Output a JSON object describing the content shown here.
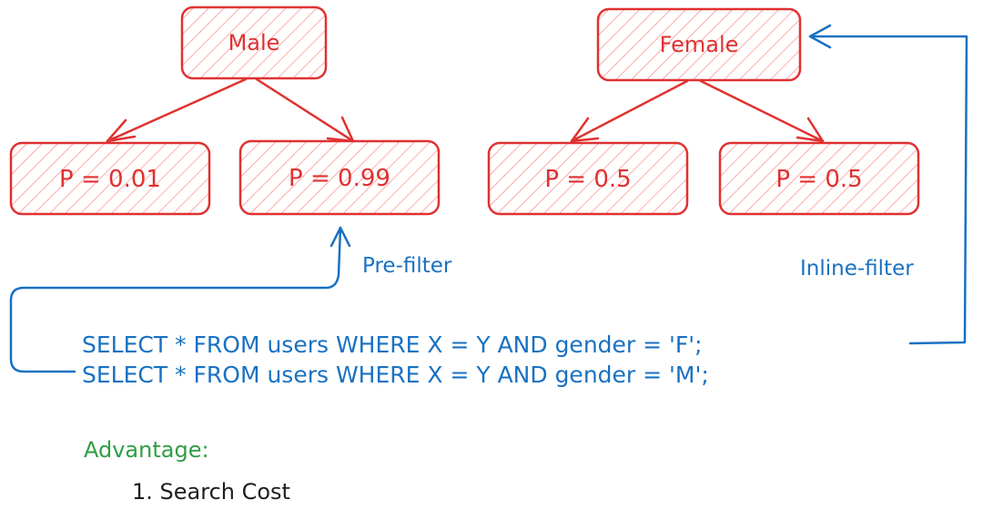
{
  "diagram": {
    "colors": {
      "node_stroke": "#e03131",
      "node_fill": "#ffc9c9",
      "node_text": "#e03131",
      "blue": "#1971c2",
      "green": "#2f9e44",
      "dark": "#1e1e1e"
    },
    "nodes": {
      "male": {
        "label": "Male"
      },
      "female": {
        "label": "Female"
      },
      "male_p1": {
        "label": "P = 0.01"
      },
      "male_p2": {
        "label": "P = 0.99"
      },
      "female_p1": {
        "label": "P = 0.5"
      },
      "female_p2": {
        "label": "P = 0.5"
      }
    },
    "annotations": {
      "pre_filter": "Pre-filter",
      "inline_filter": "Inline-filter"
    },
    "queries": [
      "SELECT * FROM users WHERE X = Y AND gender = 'F';",
      "SELECT * FROM users WHERE X = Y AND gender = 'M';"
    ],
    "advantage": {
      "title": "Advantage:",
      "items": [
        "1. Search Cost"
      ]
    }
  }
}
